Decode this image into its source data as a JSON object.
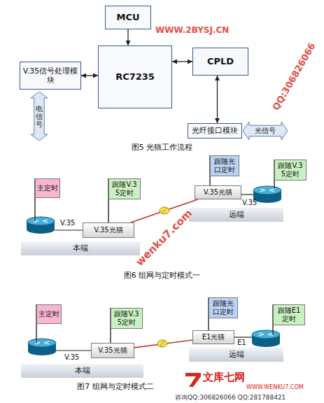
{
  "diagram": {
    "nodes": [
      {
        "text": [
          "MCU"
        ]
      },
      {
        "text": [
          "V.35信号处理模块"
        ]
      },
      {
        "text": [
          "RC7235"
        ]
      },
      {
        "text": [
          "CPLD"
        ]
      },
      {
        "text": [
          "电信号"
        ]
      },
      {
        "text": [
          "光纤接口模块"
        ]
      },
      {
        "text": [
          "光信号"
        ]
      },
      {
        "text": [
          "主定时"
        ]
      },
      {
        "text": [
          "跟随V.35定时"
        ]
      },
      {
        "text": [
          "V.35光猫"
        ]
      },
      {
        "text": [
          "本端"
        ]
      },
      {
        "text": [
          "跟随光口定时"
        ]
      },
      {
        "text": [
          "V.35光猫"
        ]
      },
      {
        "text": [
          "跟随V.35定时"
        ]
      },
      {
        "text": [
          "远端"
        ]
      },
      {
        "text": [
          "主定时"
        ]
      },
      {
        "text": [
          "跟随V.35定时"
        ]
      },
      {
        "text": [
          "V.35光猫"
        ]
      },
      {
        "text": [
          "本端"
        ]
      },
      {
        "text": [
          "跟随光口定时"
        ]
      },
      {
        "text": [
          "E1光猫"
        ]
      },
      {
        "text": [
          "跟随E1定时"
        ]
      },
      {
        "text": [
          "远端"
        ]
      }
    ],
    "edges": [
      {
        "from": 0,
        "to": 2,
        "arrow": "to"
      },
      {
        "from": 1,
        "to": 2,
        "arrow": "both"
      },
      {
        "from": 2,
        "to": 3,
        "arrow": "both"
      },
      {
        "from": 3,
        "to": 5,
        "arrow": "both"
      },
      {
        "from": 9,
        "to": 12,
        "arrow": "none"
      },
      {
        "from": 17,
        "to": 20,
        "arrow": "none"
      }
    ],
    "labels": [
      "V.35",
      "V.35",
      "图5 光猫工作流程",
      "图6 组网与定时模式一",
      "V.35",
      "E1",
      "图7 组网与定时模式二",
      "WWW.2BYSJ.CN",
      "wenku7.com",
      "QQ:306826066",
      "文库七网",
      "WWW.WENKU7.COM",
      "咨询QQ:306826066 QQ:281788421"
    ]
  }
}
